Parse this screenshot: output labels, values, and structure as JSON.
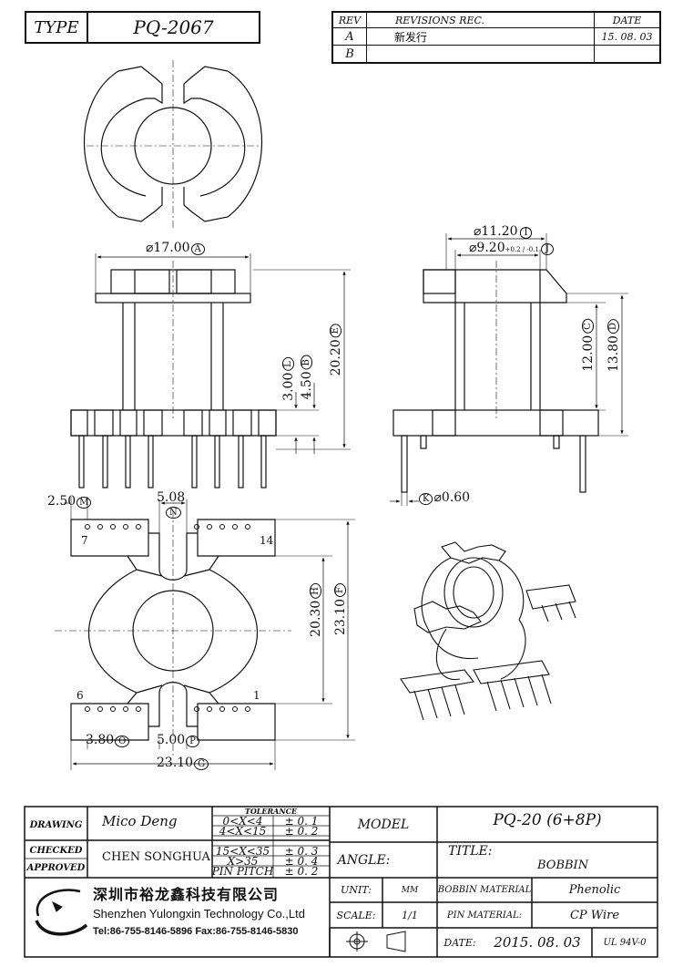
{
  "header": {
    "type_label": "TYPE",
    "type_value": "PQ-2067",
    "rev_label": "REV",
    "revisions_label": "REVISIONS REC.",
    "date_label": "DATE",
    "rev_a": "A",
    "rev_a_text": "新发行",
    "rev_a_date": "15. 08. 03",
    "rev_b": "B"
  },
  "dimensions": {
    "d17": "⌀17.00",
    "d17_tag": "A",
    "d11": "⌀11.20",
    "d11_tag": "I",
    "d9": "⌀9.20",
    "d9_tol": "+0.2 / -0.1",
    "d9_tag": "J",
    "h2020": "20.20",
    "h2020_tag": "E",
    "h300": "3.00",
    "h300_tag": "L",
    "h450": "4.50",
    "h450_tag": "B",
    "h1200": "12.00",
    "h1200_tag": "C",
    "h1380": "13.80",
    "h1380_tag": "D",
    "w250": "2.50",
    "w250_tag": "M",
    "w508": "5.08",
    "w508_tag": "N",
    "pin": "⌀0.60",
    "pin_tag": "K",
    "h2030": "20.30",
    "h2030_tag": "H",
    "h2310": "23.10",
    "h2310_tag": "F",
    "w380": "3.80",
    "w380_tag": "O",
    "w500": "5.00",
    "w500_tag": "P",
    "w2310": "23.10",
    "w2310_tag": "G",
    "pin7": "7",
    "pin14": "14",
    "pin6": "6",
    "pin1": "1"
  },
  "titleblock": {
    "drawing_label": "DRAWING",
    "drawing_value": "Mico Deng",
    "checked_label": "CHECKED",
    "approved_label": "APPROVED",
    "checked_value": "CHEN SONGHUA",
    "tolerance_label": "TOLERANCE",
    "tolerances": [
      {
        "range": "0<X<4",
        "value": "± 0. 1"
      },
      {
        "range": "4<X<15",
        "value": "± 0. 2"
      },
      {
        "range": "15<X<35",
        "value": "± 0. 3"
      },
      {
        "range": "X>35",
        "value": "± 0. 4"
      },
      {
        "range": "PIN PITCH",
        "value": "± 0. 2"
      }
    ],
    "model_label": "MODEL",
    "model_value": "PQ-20 (6+8P)",
    "angle_label": "ANGLE:",
    "title_label": "TITLE:",
    "title_value": "BOBBIN",
    "company_cn": "深圳市裕龙鑫科技有限公司",
    "company_en": "Shenzhen Yulongxin Technology Co.,Ltd",
    "company_tel": "Tel:86-755-8146-5896  Fax:86-755-8146-5830",
    "unit_label": "UNIT:",
    "unit_value": "MM",
    "scale_label": "SCALE:",
    "scale_value": "1/1",
    "bobbin_material_label": "BOBBIN MATERIAL",
    "bobbin_material_value": "Phenolic",
    "pin_material_label": "PIN MATERIAL:",
    "pin_material_value": "CP Wire",
    "date_label": "DATE:",
    "date_value": "2015. 08. 03",
    "ul_value": "UL 94V-0"
  }
}
